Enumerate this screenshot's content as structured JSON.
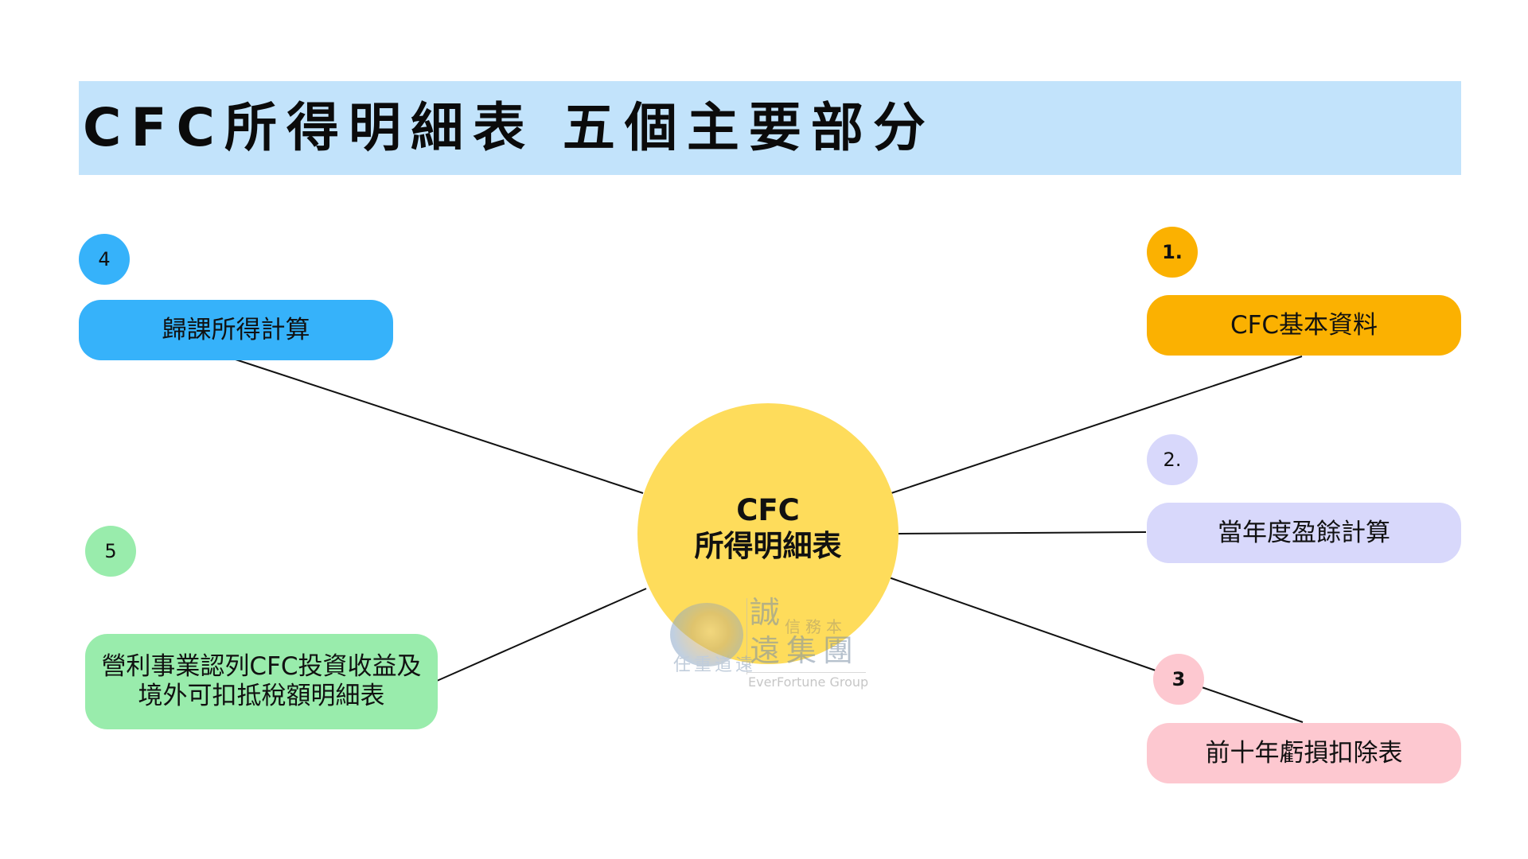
{
  "title": "CFC所得明細表  五個主要部分",
  "hub": {
    "line1": "CFC",
    "line2": "所得明細表"
  },
  "nodes": [
    {
      "badge": "1.",
      "label": "CFC基本資料",
      "color": "#fbb101"
    },
    {
      "badge": "2.",
      "label": "當年度盈餘計算",
      "color": "#d8d8fb"
    },
    {
      "badge": "3",
      "label": "前十年虧損扣除表",
      "color": "#fdc8d0"
    },
    {
      "badge": "4",
      "label": "歸課所得計算",
      "color": "#36b2fa"
    },
    {
      "badge": "5",
      "label_line1": "營利事業認列CFC投資收益及",
      "label_line2": "境外可扣抵稅額明細表",
      "color": "#99ecac"
    }
  ],
  "watermark": {
    "char_top": "誠",
    "small": "信務本",
    "line2": "遠集團",
    "slogan": "任重道遠",
    "english": "EverFortune Group"
  },
  "colors": {
    "title_bar": "#c2e3fb",
    "hub": "#fedc5b",
    "connector": "#111111"
  }
}
